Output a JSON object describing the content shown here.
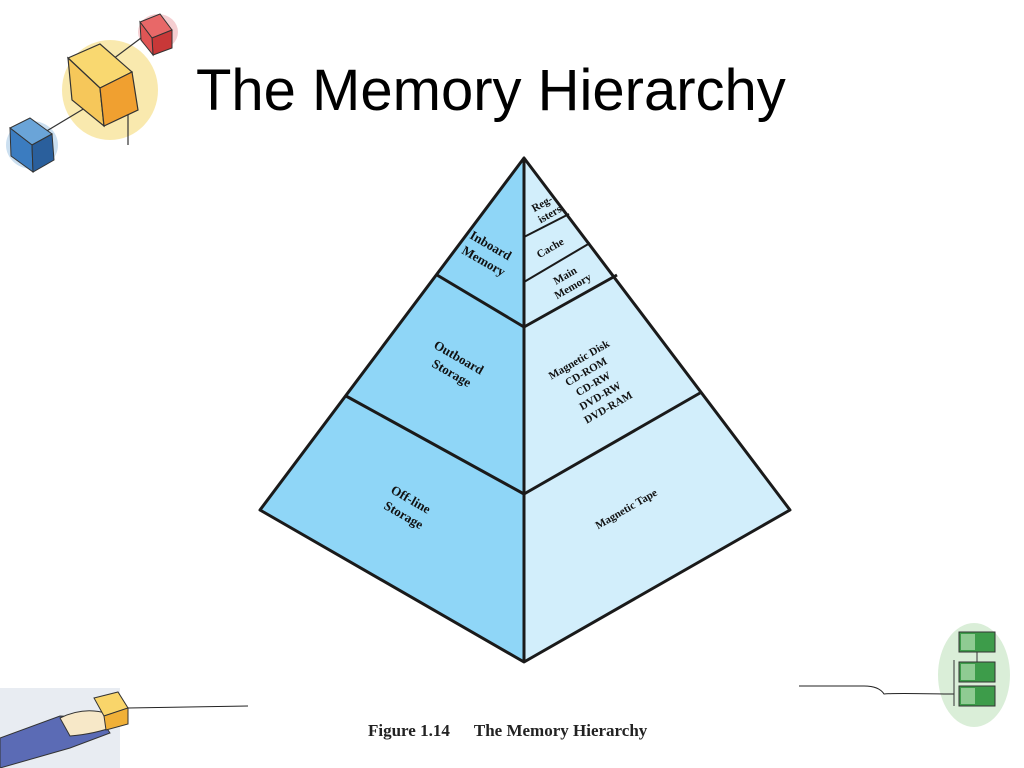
{
  "slide": {
    "title": "The Memory Hierarchy",
    "caption_number": "Figure 1.14",
    "caption_text": "The Memory Hierarchy"
  },
  "pyramid": {
    "left_labels": {
      "inboard": [
        "Inboard",
        "Memory"
      ],
      "outboard": [
        "Outboard",
        "Storage"
      ],
      "offline": [
        "Off-line",
        "Storage"
      ]
    },
    "right_labels": {
      "registers": [
        "Reg-",
        "isters"
      ],
      "cache": [
        "Cache"
      ],
      "main_memory": [
        "Main",
        "Memory"
      ],
      "disk": [
        "Magnetic Disk",
        "CD-ROM",
        "CD-RW",
        "DVD-RW",
        "DVD-RAM"
      ],
      "tape": [
        "Magnetic Tape"
      ]
    }
  },
  "colors": {
    "left_face": "#8fd6f7",
    "right_face": "#d2eefb",
    "outline": "#1a1a1a"
  }
}
